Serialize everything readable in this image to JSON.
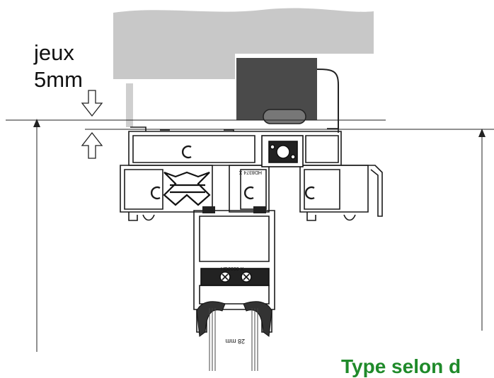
{
  "labels": {
    "gap_word": "jeux",
    "gap_value": "5mm",
    "caption": "Type selon d"
  },
  "profile_marks": {
    "frame_ref": "HD8374 X",
    "sash_ref": "HD2030 X",
    "glazing": "28 mm"
  },
  "colors": {
    "wall": "#c8c8c8",
    "motor_box": "#4a4a4a",
    "profile_stroke": "#1a1a1a",
    "caption": "#1f8a2a"
  },
  "icons": {
    "arrow_down": "arrow-down-outline",
    "arrow_up": "arrow-up-outline"
  }
}
